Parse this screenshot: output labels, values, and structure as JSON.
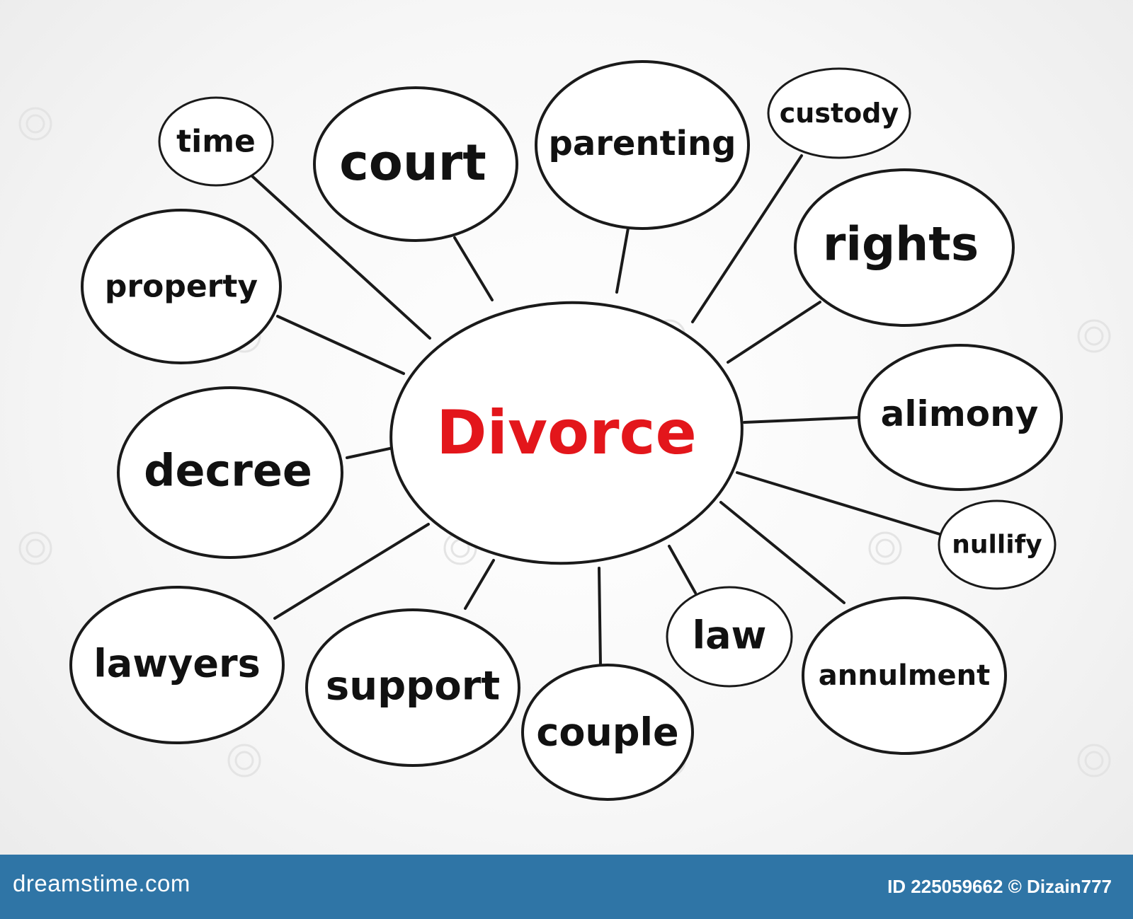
{
  "diagram": {
    "center": "Divorce",
    "nodes": [
      "time",
      "court",
      "parenting",
      "custody",
      "rights",
      "alimony",
      "nullify",
      "annulment",
      "law",
      "couple",
      "support",
      "lawyers",
      "decree",
      "property"
    ]
  },
  "footer": {
    "brand": "dreamstime.com",
    "image_id": "ID 225059662 © Dizain777"
  },
  "colors": {
    "center_text": "#e3161b",
    "node_text": "#111111",
    "outline": "#1a1a1a",
    "footer_bg": "#2f75a6"
  }
}
